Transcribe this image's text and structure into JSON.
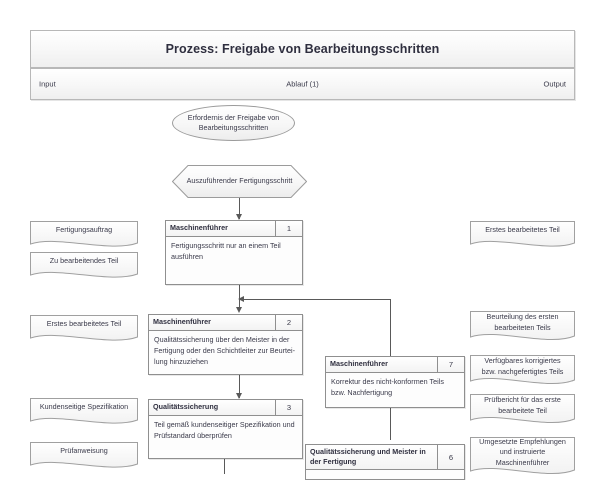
{
  "header": {
    "title": "Prozess: Freigabe von Bearbeitungsschritten",
    "lanes": {
      "input": "Input",
      "flow": "Ablauf (1)",
      "output": "Output"
    }
  },
  "start_terminator": {
    "label": "Erfordernis der Freigabe von Bearbeitungsschritten"
  },
  "decision_hexagon": {
    "label": "Auszuführender Fertigungsschritt"
  },
  "input_documents": [
    {
      "label": "Fertigungsauftrag"
    },
    {
      "label": "Zu bearbeitendes Teil"
    },
    {
      "label": "Erstes bearbeitetes Teil"
    },
    {
      "label": "Kundenseitige Spezifikation"
    },
    {
      "label": "Prüfanweisung"
    }
  ],
  "output_documents": [
    {
      "label": "Erstes bearbeitetes Teil"
    },
    {
      "label": "Beurteilung des ersten bearbeiteten Teils"
    },
    {
      "label": "Verfügbares korrigiertes bzw. nachgefertigtes Teils"
    },
    {
      "label": "Prüfbericht für das erste bearbeitete Teil"
    },
    {
      "label": "Umgesetzte Empfehlungen und instruierte Maschinenführer"
    }
  ],
  "process_steps": [
    {
      "number": "1",
      "role": "Maschinenführer",
      "text": "Fertigungsschritt nur an einem Teil ausführen"
    },
    {
      "number": "2",
      "role": "Maschinenführer",
      "text": "Qualitätssicherung über den Meister in der Fertigung oder den Schichtleiter zur Beurtei-lung hinzuziehen"
    },
    {
      "number": "3",
      "role": "Qualitätssicherung",
      "text": "Teil gemäß kundenseitiger Spezifikation und Prüfstandard überprüfen"
    },
    {
      "number": "7",
      "role": "Maschinenführer",
      "text": "Korrektur des nicht-konformen Teils bzw. Nachfertigung"
    },
    {
      "number": "6",
      "role": "Qualitätssicherung und Meister in der Fertigung",
      "text": ""
    }
  ],
  "colors": {
    "line": "#595959",
    "border": "#8f8f8f",
    "text": "#3a3a4a",
    "page_bg": "#ffffff"
  }
}
